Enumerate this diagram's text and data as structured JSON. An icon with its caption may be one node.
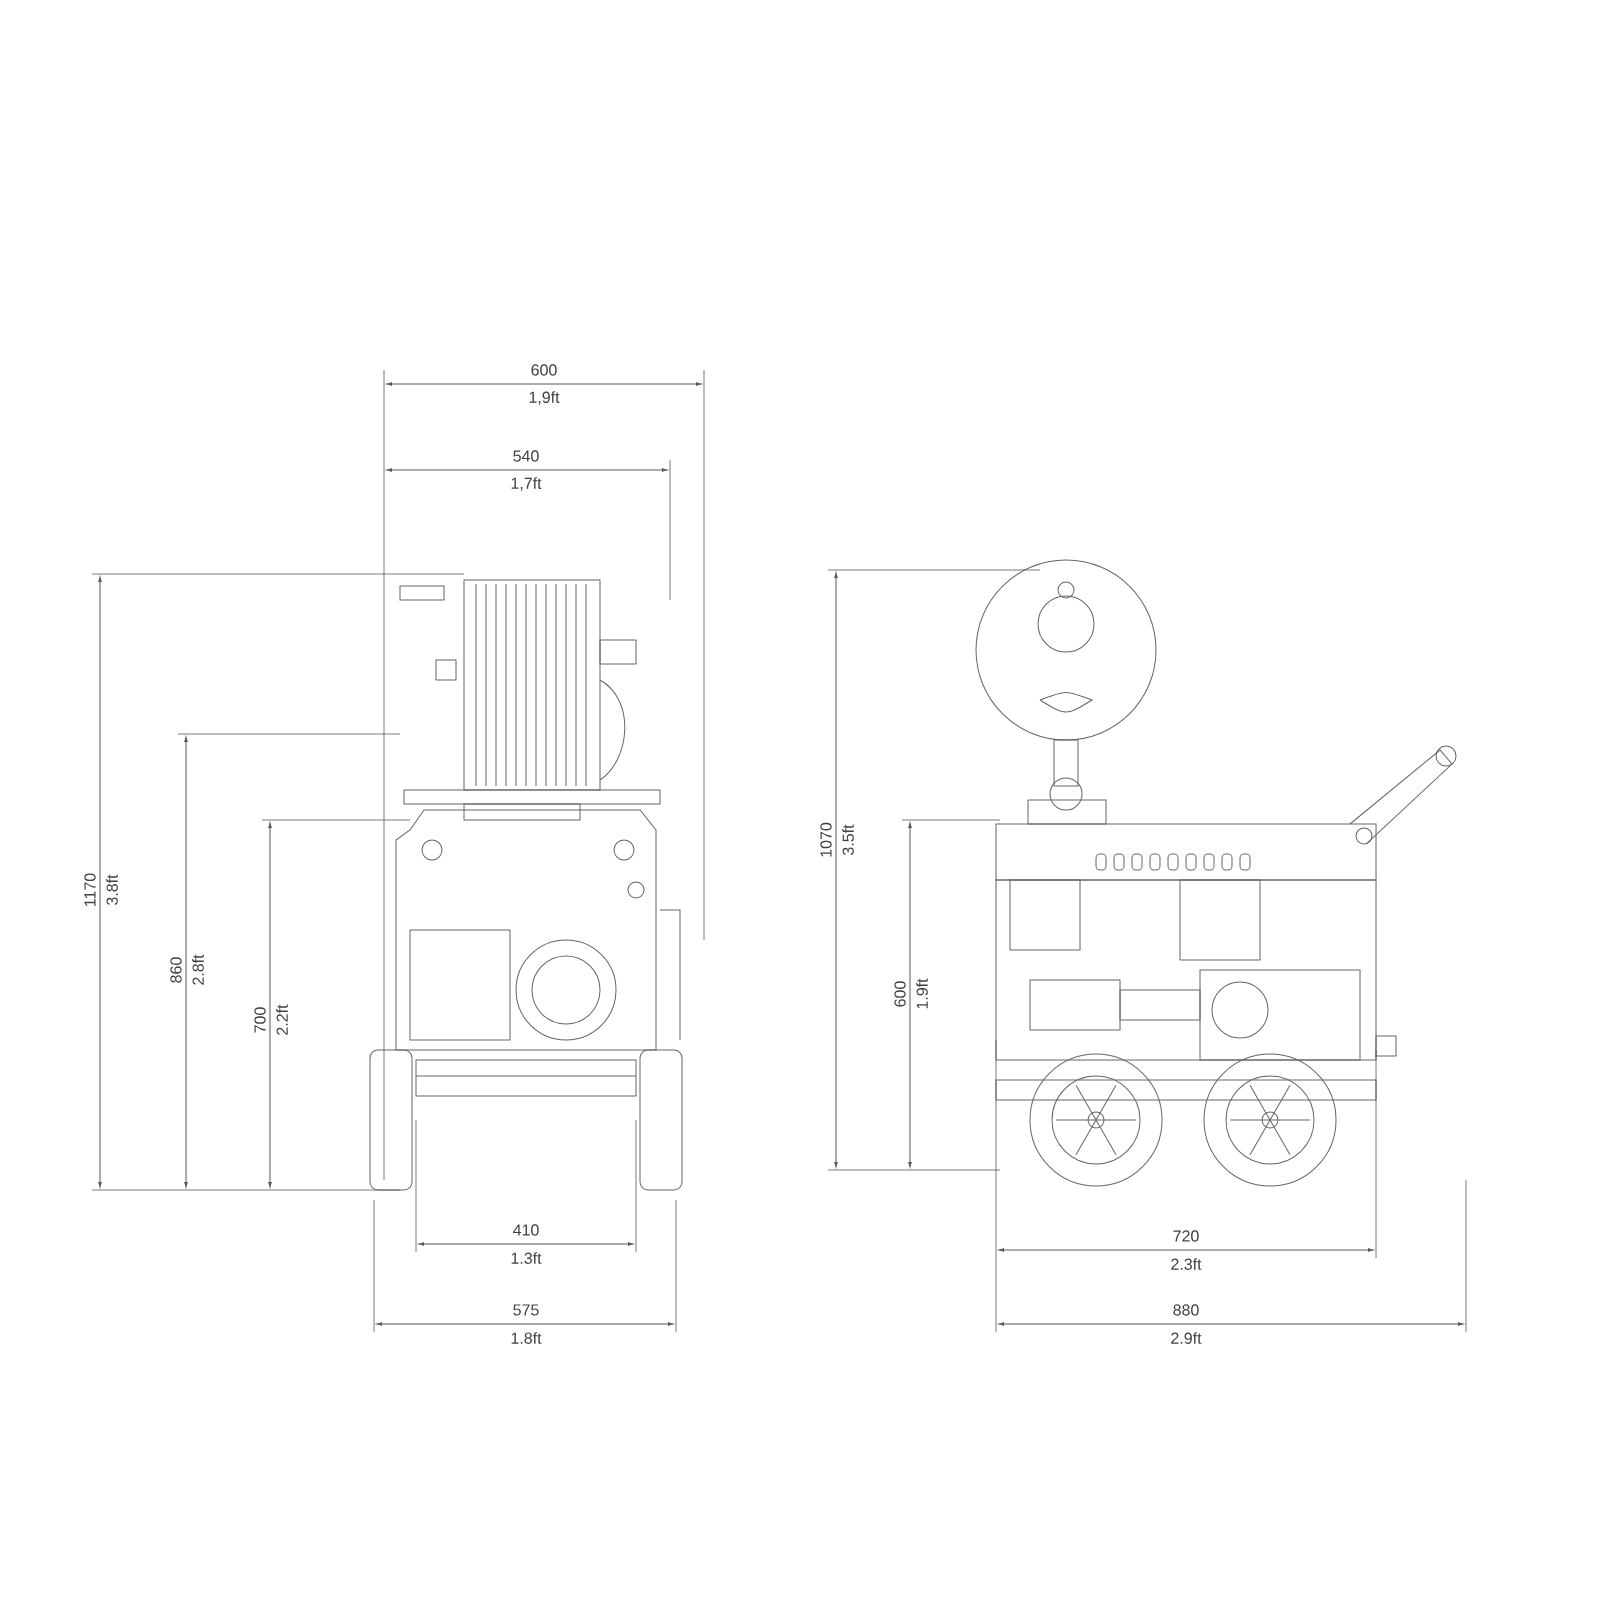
{
  "diagram": {
    "labels": [
      "600",
      "1,9ft",
      "540",
      "1,7ft",
      "1170",
      "3.8ft",
      "860",
      "2.8ft",
      "700",
      "2.2ft",
      "1070",
      "3.5ft",
      "600",
      "1.9ft",
      "410",
      "1.3ft",
      "575",
      "1.8ft",
      "720",
      "2.3ft",
      "880",
      "2.9ft"
    ]
  }
}
